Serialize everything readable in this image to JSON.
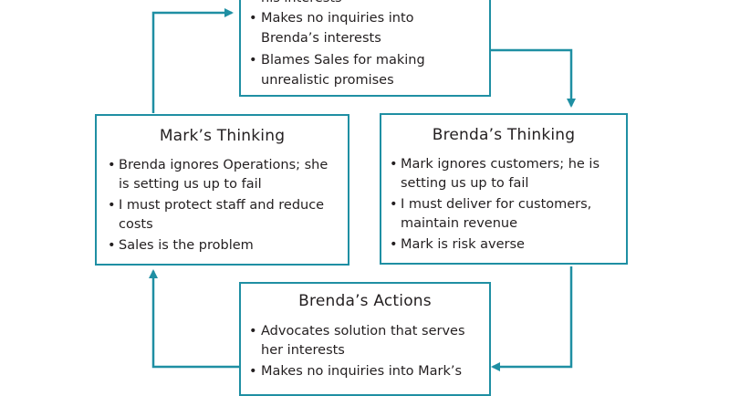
{
  "colors": {
    "accent": "#1f8fa3",
    "text": "#231f20"
  },
  "boxes": {
    "top": {
      "partial_line": "his interests",
      "bullets": [
        {
          "lines": [
            "Makes no inquiries into",
            "Brenda’s interests"
          ]
        },
        {
          "lines": [
            "Blames Sales for making",
            "unrealistic promises"
          ]
        }
      ]
    },
    "left": {
      "title": "Mark’s Thinking",
      "bullets": [
        {
          "lines": [
            "Brenda ignores Operations; she",
            "is setting us up to fail"
          ]
        },
        {
          "lines": [
            "I must protect staff and reduce",
            "costs"
          ]
        },
        {
          "lines": [
            "Sales is the problem"
          ]
        }
      ]
    },
    "right": {
      "title": "Brenda’s Thinking",
      "bullets": [
        {
          "lines": [
            "Mark ignores customers; he is",
            "setting us up to fail"
          ]
        },
        {
          "lines": [
            "I must deliver for customers,",
            "maintain revenue"
          ]
        },
        {
          "lines": [
            "Mark is risk averse"
          ]
        }
      ]
    },
    "bottom": {
      "title": "Brenda’s Actions",
      "bullets": [
        {
          "lines": [
            "Advocates solution that serves",
            "her interests"
          ]
        },
        {
          "lines": [
            "Makes no inquiries into Mark’s"
          ]
        }
      ]
    }
  }
}
